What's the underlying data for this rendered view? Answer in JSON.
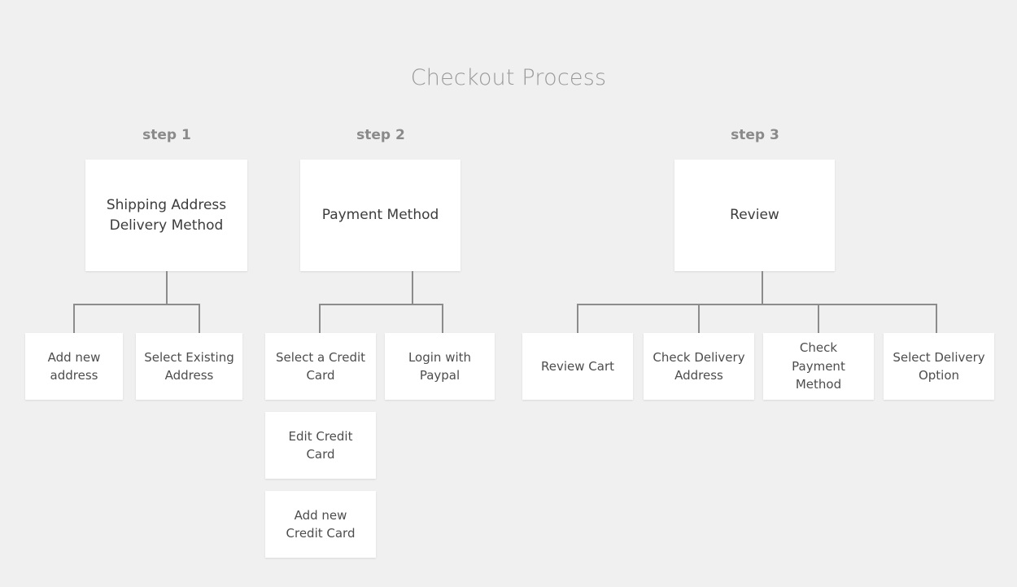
{
  "page": {
    "title": "Checkout Process",
    "background_color": "#f0f0f0",
    "node_fill": "#ffffff",
    "connector_color": "#8c8c8c",
    "title_color": "#9a9a9a",
    "step_label_color": "#8a8a8a"
  },
  "steps": [
    {
      "label": "step 1",
      "parent": "Shipping Address\nDelivery Method",
      "children": [
        "Add new\naddress",
        "Select Existing\nAddress"
      ],
      "stacked": []
    },
    {
      "label": "step 2",
      "parent": "Payment Method",
      "children": [
        "Select a Credit\nCard",
        "Login with\nPaypal"
      ],
      "stacked": [
        "Edit Credit\nCard",
        "Add new\nCredit Card"
      ]
    },
    {
      "label": "step 3",
      "parent": "Review",
      "children": [
        "Review Cart",
        "Check Delivery\nAddress",
        "Check\nPayment\nMethod",
        "Select Delivery\nOption"
      ],
      "stacked": []
    }
  ]
}
